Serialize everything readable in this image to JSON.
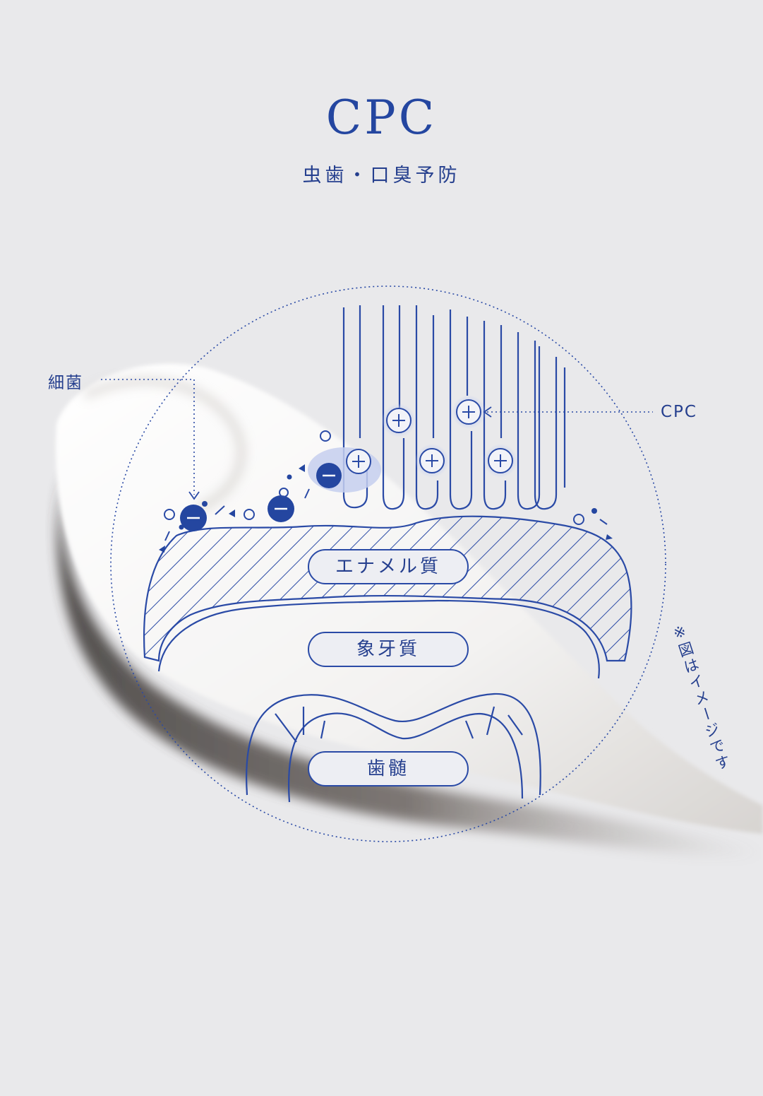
{
  "title": "CPC",
  "subtitle": "虫歯・口臭予防",
  "labels": {
    "bacteria": "細菌",
    "cpc": "CPC"
  },
  "layers": {
    "enamel": "エナメル質",
    "dentin": "象牙質",
    "pulp": "歯髄"
  },
  "note": "※図はイメージです",
  "colors": {
    "primary": "#2446a0",
    "background": "#e9e9eb"
  }
}
